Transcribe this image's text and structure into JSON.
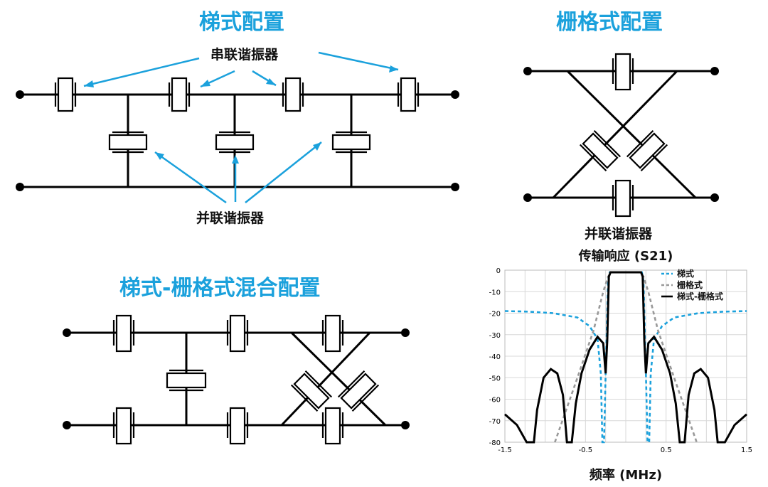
{
  "diagrams": {
    "ladder": {
      "title": "梯式配置",
      "series_label": "串联谐振器",
      "shunt_label": "并联谐振器"
    },
    "lattice": {
      "title": "栅格式配置",
      "shunt_label": "并联谐振器"
    },
    "hybrid": {
      "title": "梯式-栅格式混合配置"
    }
  },
  "chart_data": {
    "type": "line",
    "title": "传输响应 (S21)",
    "xlabel": "频率 (MHz)",
    "ylabel": "",
    "xlim": [
      -1.5,
      1.5
    ],
    "ylim": [
      -80,
      0
    ],
    "xticks": [
      "-1.5",
      "-0.5",
      "0.5",
      "1.5"
    ],
    "yticks": [
      "0",
      "-10",
      "-20",
      "-30",
      "-40",
      "-50",
      "-60",
      "-70",
      "-80"
    ],
    "grid": true,
    "legend_position": "top-right",
    "series": [
      {
        "name": "梯式",
        "color": "#1ba1dc",
        "style": "dashed",
        "points": [
          [
            -1.5,
            -19
          ],
          [
            -1.2,
            -19.3
          ],
          [
            -0.9,
            -20
          ],
          [
            -0.6,
            -22
          ],
          [
            -0.45,
            -26
          ],
          [
            -0.35,
            -32
          ],
          [
            -0.31,
            -48
          ],
          [
            -0.29,
            -80
          ],
          [
            -0.27,
            -80
          ],
          [
            -0.25,
            -48
          ],
          [
            -0.22,
            -5
          ],
          [
            -0.2,
            -1
          ],
          [
            0.2,
            -1
          ],
          [
            0.22,
            -5
          ],
          [
            0.25,
            -48
          ],
          [
            0.27,
            -80
          ],
          [
            0.29,
            -80
          ],
          [
            0.31,
            -48
          ],
          [
            0.35,
            -32
          ],
          [
            0.45,
            -26
          ],
          [
            0.6,
            -22
          ],
          [
            0.9,
            -20
          ],
          [
            1.2,
            -19.3
          ],
          [
            1.5,
            -19
          ]
        ]
      },
      {
        "name": "栅格式",
        "color": "#999999",
        "style": "dashed",
        "points": [
          [
            -0.88,
            -80
          ],
          [
            -0.6,
            -50
          ],
          [
            -0.4,
            -28
          ],
          [
            -0.28,
            -10
          ],
          [
            -0.22,
            -3
          ],
          [
            -0.18,
            -1
          ],
          [
            0.18,
            -1
          ],
          [
            0.22,
            -3
          ],
          [
            0.28,
            -10
          ],
          [
            0.4,
            -28
          ],
          [
            0.6,
            -50
          ],
          [
            0.88,
            -80
          ]
        ]
      },
      {
        "name": "梯式-栅格式",
        "color": "#000000",
        "style": "solid",
        "points": [
          [
            -1.5,
            -67
          ],
          [
            -1.35,
            -72
          ],
          [
            -1.23,
            -80
          ],
          [
            -1.14,
            -80
          ],
          [
            -1.1,
            -65
          ],
          [
            -1.02,
            -50
          ],
          [
            -0.93,
            -46
          ],
          [
            -0.85,
            -48
          ],
          [
            -0.78,
            -58
          ],
          [
            -0.73,
            -80
          ],
          [
            -0.67,
            -80
          ],
          [
            -0.62,
            -62
          ],
          [
            -0.55,
            -48
          ],
          [
            -0.45,
            -37
          ],
          [
            -0.35,
            -31
          ],
          [
            -0.28,
            -34
          ],
          [
            -0.25,
            -48
          ],
          [
            -0.23,
            -33
          ],
          [
            -0.21,
            -3
          ],
          [
            -0.19,
            -1
          ],
          [
            0.19,
            -1
          ],
          [
            0.21,
            -3
          ],
          [
            0.23,
            -33
          ],
          [
            0.25,
            -48
          ],
          [
            0.28,
            -34
          ],
          [
            0.35,
            -31
          ],
          [
            0.45,
            -37
          ],
          [
            0.55,
            -48
          ],
          [
            0.62,
            -62
          ],
          [
            0.67,
            -80
          ],
          [
            0.73,
            -80
          ],
          [
            0.78,
            -58
          ],
          [
            0.85,
            -48
          ],
          [
            0.93,
            -46
          ],
          [
            1.02,
            -50
          ],
          [
            1.1,
            -65
          ],
          [
            1.14,
            -80
          ],
          [
            1.23,
            -80
          ],
          [
            1.35,
            -72
          ],
          [
            1.5,
            -67
          ]
        ]
      }
    ]
  }
}
